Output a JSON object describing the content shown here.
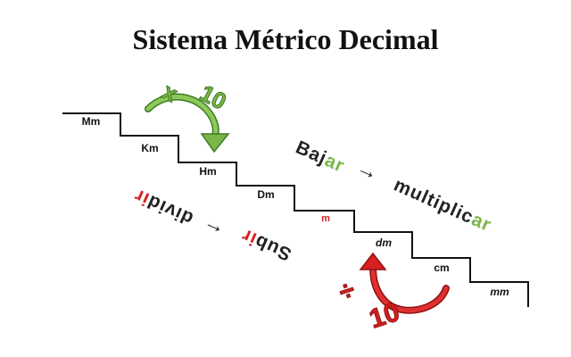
{
  "title": "Sistema Métrico Decimal",
  "units": [
    {
      "abbr": "Mm",
      "color": "#111111",
      "italic": false
    },
    {
      "abbr": "Km",
      "color": "#111111",
      "italic": false
    },
    {
      "abbr": "Hm",
      "color": "#111111",
      "italic": false
    },
    {
      "abbr": "Dm",
      "color": "#111111",
      "italic": false
    },
    {
      "abbr": "m",
      "color": "#d62020",
      "italic": false
    },
    {
      "abbr": "dm",
      "color": "#111111",
      "italic": true
    },
    {
      "abbr": "cm",
      "color": "#111111",
      "italic": false
    },
    {
      "abbr": "mm",
      "color": "#111111",
      "italic": true
    }
  ],
  "down_rule": {
    "operator": "x",
    "factor": "10",
    "verb_stem": "Baj",
    "verb_suffix": "ar",
    "arrow": "→",
    "action_stem": "multiplic",
    "action_suffix": "ar"
  },
  "up_rule": {
    "operator": "÷",
    "factor": "10",
    "verb_stem": "Sub",
    "verb_suffix": "ir",
    "arrow": "←",
    "action_stem": "divid",
    "action_suffix": "ir"
  },
  "colors": {
    "green": "#7ab648",
    "green_dark": "#3e7a23",
    "red": "#d62020",
    "red_dark": "#8e1212",
    "ink": "#111111"
  }
}
